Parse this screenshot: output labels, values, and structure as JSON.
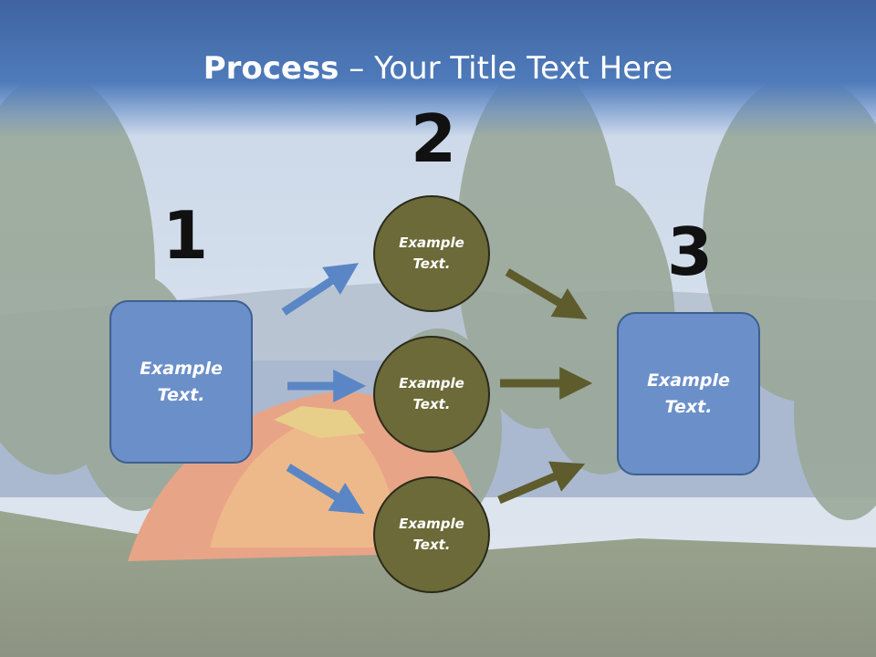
{
  "title": {
    "bold": "Process",
    "rest": " – Your Title Text Here"
  },
  "steps": {
    "one": {
      "number": "1",
      "text_line1": "Example",
      "text_line2": "Text."
    },
    "two": {
      "number": "2"
    },
    "three": {
      "number": "3",
      "text_line1": "Example",
      "text_line2": "Text."
    }
  },
  "circles": [
    {
      "line1": "Example",
      "line2": "Text."
    },
    {
      "line1": "Example",
      "line2": "Text."
    },
    {
      "line1": "Example",
      "line2": "Text."
    }
  ],
  "colors": {
    "box_fill": "#6b8fc9",
    "circle_fill": "#6b6a38",
    "blue_arrow": "#5b86c5",
    "olive_arrow": "#5e5c2c",
    "header": "#4f7bbb"
  }
}
